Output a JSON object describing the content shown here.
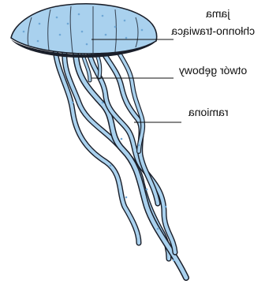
{
  "colors": {
    "body_fill": "#a9d1ee",
    "body_stroke": "#1a1f2a",
    "spots": "#6fa8d6",
    "leader_line": "#111111"
  },
  "labels": [
    {
      "id": "jama",
      "lines": [
        "jama",
        "chłonno-trawiąca"
      ]
    },
    {
      "id": "otwor",
      "lines": [
        "otwór gębowy"
      ]
    },
    {
      "id": "ramiona",
      "lines": [
        "ramiona"
      ]
    }
  ]
}
